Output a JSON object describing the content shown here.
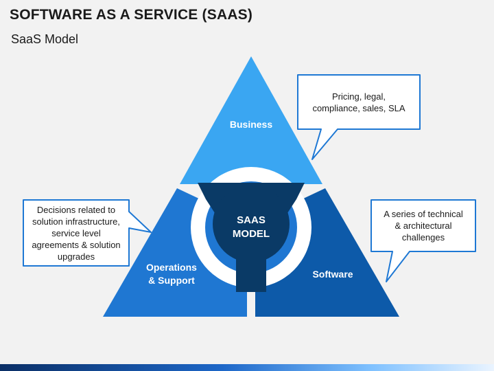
{
  "header": {
    "title": "SOFTWARE AS A SERVICE (SAAS)",
    "subtitle": "SaaS Model"
  },
  "diagram": {
    "center": {
      "line1": "SAAS",
      "line2": "MODEL"
    },
    "segments": {
      "business": {
        "label": "Business"
      },
      "operations": {
        "line1": "Operations",
        "line2": "& Support"
      },
      "software": {
        "label": "Software"
      }
    },
    "callouts": {
      "business": {
        "lines": [
          "Pricing, legal,",
          "compliance, sales, SLA"
        ]
      },
      "operations": {
        "lines": [
          "Decisions related to",
          "solution infrastructure,",
          "service level",
          "agreements & solution",
          "upgrades"
        ]
      },
      "software": {
        "lines": [
          "A series of technical",
          "& architectural",
          "challenges"
        ]
      }
    },
    "colors": {
      "business": "#3aa6f2",
      "operations": "#1f77d2",
      "software": "#0d5aa9",
      "center": "#0a3a66",
      "callout_border": "#1e78d4"
    }
  }
}
